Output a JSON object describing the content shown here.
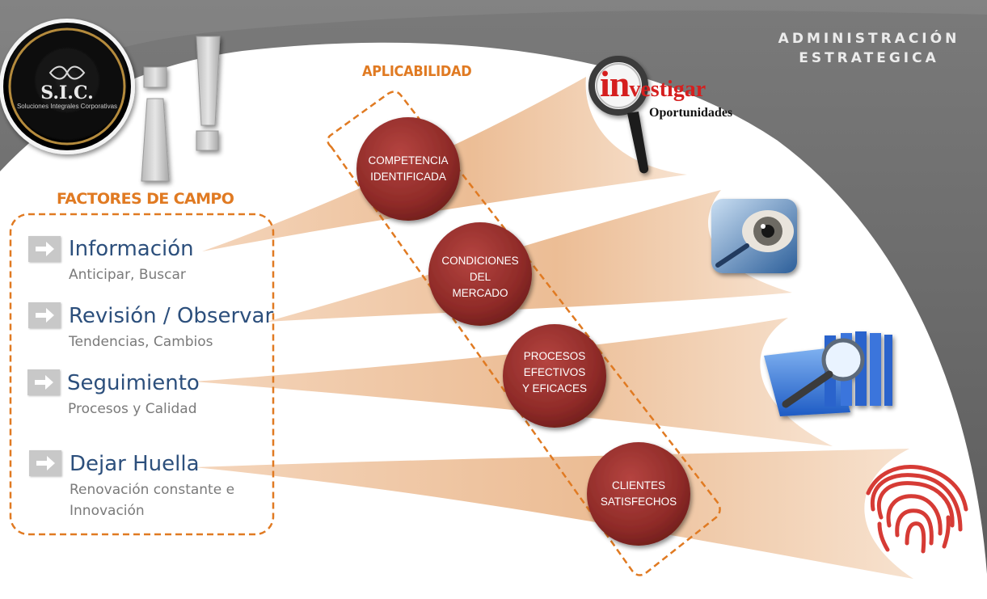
{
  "header": {
    "line1": "ADMINISTRACIÓN",
    "line2": "ESTRATEGICA"
  },
  "logo": {
    "initials": "S.I.C.",
    "tagline": "Soluciones Integrales Corporativas"
  },
  "exclamation": {
    "open": "¡",
    "close": "!"
  },
  "applicability": {
    "heading": "APLICABILIDAD",
    "circles": [
      {
        "lines": [
          "COMPETENCIA",
          "IDENTIFICADA"
        ]
      },
      {
        "lines": [
          "CONDICIONES",
          "DEL",
          "MERCADO"
        ]
      },
      {
        "lines": [
          "PROCESOS",
          "EFECTIVOS",
          "Y EFICACES"
        ]
      },
      {
        "lines": [
          "CLIENTES",
          "SATISFECHOS"
        ]
      }
    ]
  },
  "factors": {
    "heading": "FACTORES DE CAMPO",
    "items": [
      {
        "title": "Información",
        "subtitle": "Anticipar, Buscar"
      },
      {
        "title": "Revisión / Observar",
        "subtitle": "Tendencias, Cambios"
      },
      {
        "title": "Seguimiento",
        "subtitle": "Procesos y Calidad"
      },
      {
        "title": "Dejar Huella",
        "subtitle": "Renovación constante e Innovación"
      }
    ]
  },
  "investigar": {
    "prefix": "in",
    "rest": "vestigar",
    "caption": "Oportunidades"
  },
  "icons": [
    "magnifying-glass-icon",
    "eye-magnifier-icon",
    "folders-magnifier-icon",
    "fingerprint-icon",
    "arrow-right-icon"
  ],
  "colors": {
    "accent_orange": "#e07a22",
    "title_blue": "#2c4f7c",
    "circle_red": "#8e2a28",
    "beam": "#f0c6a2",
    "banner_gray": "#6d6d6d"
  }
}
